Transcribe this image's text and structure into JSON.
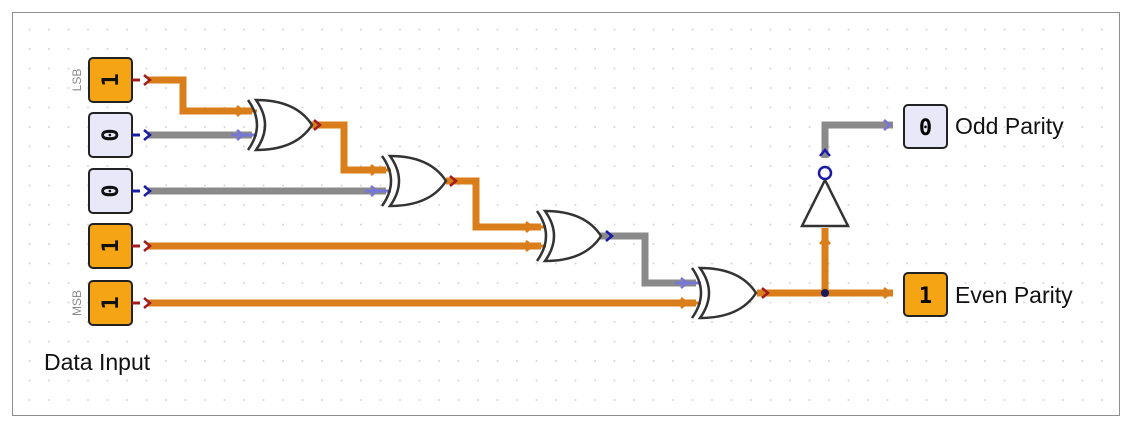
{
  "inputs": [
    {
      "value": "1",
      "side_label": "LSB"
    },
    {
      "value": "0",
      "side_label": ""
    },
    {
      "value": "0",
      "side_label": ""
    },
    {
      "value": "1",
      "side_label": ""
    },
    {
      "value": "1",
      "side_label": "MSB"
    }
  ],
  "outputs": {
    "odd": {
      "value": "0",
      "label": "Odd Parity"
    },
    "even": {
      "value": "1",
      "label": "Even Parity"
    }
  },
  "input_caption": "Data Input",
  "gates": [
    {
      "type": "xor-icon"
    },
    {
      "type": "xor-icon"
    },
    {
      "type": "xor-icon"
    },
    {
      "type": "xor-icon"
    },
    {
      "type": "not-icon"
    }
  ],
  "colors": {
    "high": "#d97e1a",
    "low": "#8a8a8a",
    "high_arrow": "#a11c1c",
    "low_arrow": "#1a1aa8",
    "low_in": "#7676d6",
    "on_box": "#f5a413",
    "off_box": "#e8e8f8",
    "gate": "#333333"
  }
}
